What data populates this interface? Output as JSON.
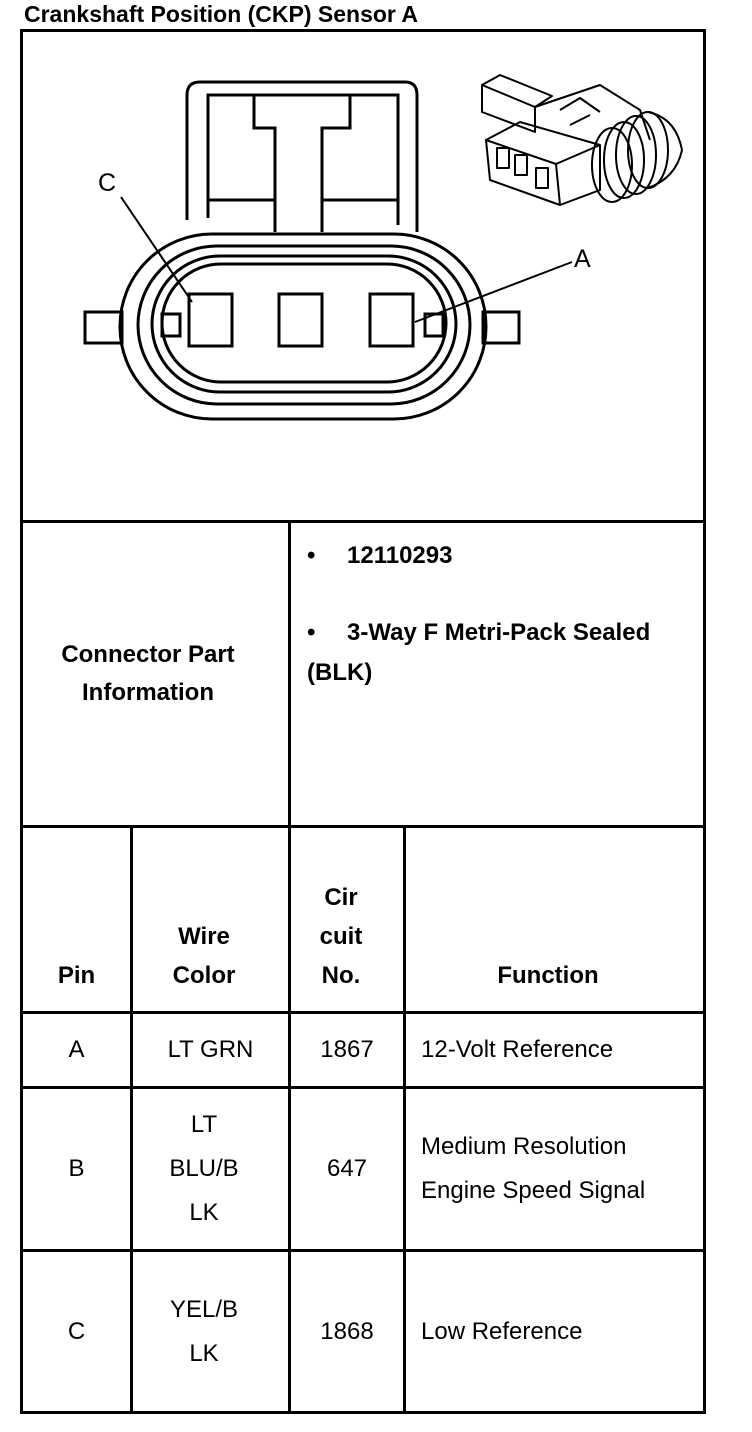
{
  "title": "Crankshaft Position (CKP) Sensor A",
  "diagram": {
    "pin_label_c": "C",
    "pin_label_a": "A"
  },
  "connector_info": {
    "label": "Connector Part Information",
    "bullet_symbol": "•",
    "part_number": "12110293",
    "description": "3-Way F Metri-Pack Sealed (BLK)"
  },
  "pin_table": {
    "headers": {
      "pin": "Pin",
      "wire_color": "Wire Color",
      "circuit_no": "Cir cuit No.",
      "function": "Function"
    },
    "rows": [
      {
        "pin": "A",
        "wire_color": "LT GRN",
        "circuit": "1867",
        "function": "12-Volt Reference"
      },
      {
        "pin": "B",
        "wire_color": "LT BLU/B LK",
        "circuit": "647",
        "function": "Medium Resolution Engine Speed Signal"
      },
      {
        "pin": "C",
        "wire_color": "YEL/B LK",
        "circuit": "1868",
        "function": "Low Reference"
      }
    ]
  }
}
